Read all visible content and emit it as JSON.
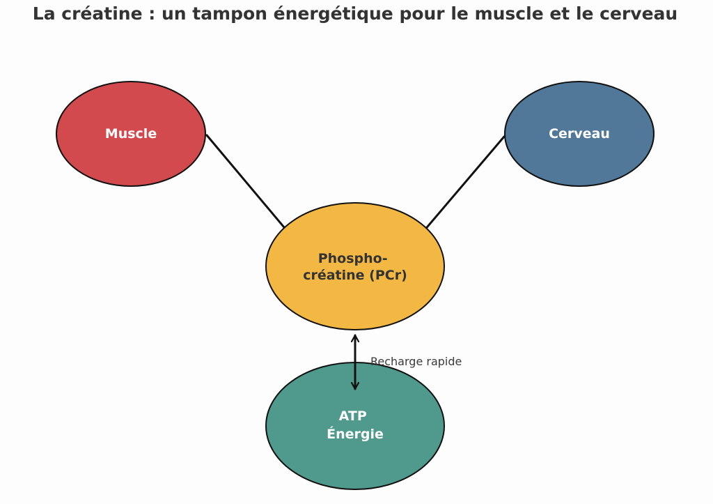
{
  "title": "La créatine : un tampon énergétique pour le muscle et le cerveau",
  "nodes": {
    "muscle": {
      "lines": [
        "Muscle"
      ],
      "fill": "#d34a4e",
      "text_color": "#ffffff"
    },
    "cerveau": {
      "lines": [
        "Cerveau"
      ],
      "fill": "#527899",
      "text_color": "#ffffff"
    },
    "pcr": {
      "lines": [
        "Phospho-",
        "créatine (PCr)"
      ],
      "fill": "#f3b843",
      "text_color": "#333333"
    },
    "atp": {
      "lines": [
        "ATP",
        "Énergie"
      ],
      "fill": "#4f9a8c",
      "text_color": "#ffffff"
    }
  },
  "edges": {
    "muscle_to_pcr": {
      "from": "muscle",
      "to": "pcr",
      "direction": "forward"
    },
    "cerveau_to_pcr": {
      "from": "cerveau",
      "to": "pcr",
      "direction": "forward"
    },
    "pcr_atp": {
      "from": "pcr",
      "to": "atp",
      "direction": "both",
      "label": "Recharge rapide"
    }
  },
  "colors": {
    "stroke": "#111111",
    "title": "#333333"
  }
}
